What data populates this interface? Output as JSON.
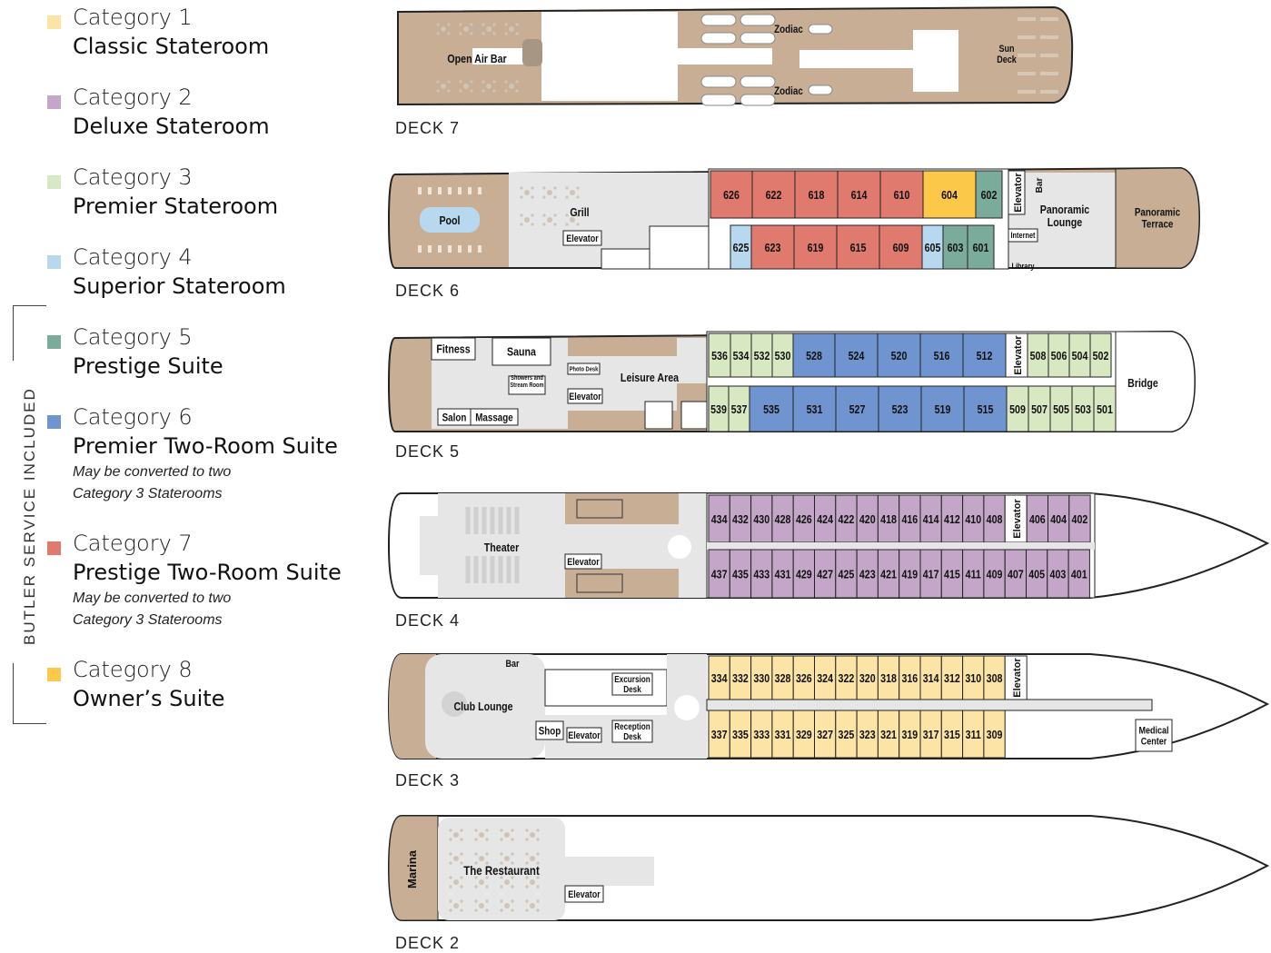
{
  "legend": {
    "items": [
      {
        "category": "Category 1",
        "name": "Classic Stateroom",
        "color": "#fce3a6"
      },
      {
        "category": "Category 2",
        "name": "Deluxe Stateroom",
        "color": "#c4a6c8"
      },
      {
        "category": "Category 3",
        "name": "Premier Stateroom",
        "color": "#d8e8c2"
      },
      {
        "category": "Category 4",
        "name": "Superior Stateroom",
        "color": "#b8d8ef"
      },
      {
        "category": "Category 5",
        "name": "Prestige Suite",
        "color": "#7aab9b"
      },
      {
        "category": "Category 6",
        "name": "Premier Two-Room Suite",
        "note": "May be converted to two\nCategory 3 Staterooms",
        "color": "#6f94d0"
      },
      {
        "category": "Category 7",
        "name": "Prestige Two-Room Suite",
        "note": "May be converted to two\nCategory 3 Staterooms",
        "color": "#e07a6e"
      },
      {
        "category": "Category 8",
        "name": "Owner’s Suite",
        "color": "#fbc84a"
      }
    ],
    "butler_label": "BUTLER SERVICE INCLUDED"
  },
  "decks": {
    "deck7": {
      "label": "DECK 7",
      "venues": [
        "Open Air Bar",
        "Zodiac",
        "Zodiac",
        "Sun\nDeck"
      ]
    },
    "deck6": {
      "label": "DECK 6",
      "venues": [
        "Pool",
        "Grill",
        "Elevator",
        "Elevator",
        "Bar",
        "Panoramic\nLounge",
        "Internet",
        "Library",
        "Panoramic\nTerrace"
      ],
      "top_rooms": [
        {
          "n": "626",
          "c": 7
        },
        {
          "n": "622",
          "c": 7
        },
        {
          "n": "618",
          "c": 7
        },
        {
          "n": "614",
          "c": 7
        },
        {
          "n": "610",
          "c": 7
        },
        {
          "n": "604",
          "c": 8
        },
        {
          "n": "602",
          "c": 5
        }
      ],
      "bottom_rooms": [
        {
          "n": "625",
          "c": 4
        },
        {
          "n": "623",
          "c": 7
        },
        {
          "n": "619",
          "c": 7
        },
        {
          "n": "615",
          "c": 7
        },
        {
          "n": "609",
          "c": 7
        },
        {
          "n": "605",
          "c": 4
        },
        {
          "n": "603",
          "c": 5
        },
        {
          "n": "601",
          "c": 5
        }
      ]
    },
    "deck5": {
      "label": "DECK 5",
      "venues": [
        "Fitness",
        "Sauna",
        "Showers and\nStream Room",
        "Salon",
        "Massage",
        "Photo Desk",
        "Leisure Area",
        "Elevator",
        "Elevator",
        "Bridge"
      ],
      "top_rooms": [
        {
          "n": "536",
          "c": 3
        },
        {
          "n": "534",
          "c": 3
        },
        {
          "n": "532",
          "c": 3
        },
        {
          "n": "530",
          "c": 3
        },
        {
          "n": "528",
          "c": 6
        },
        {
          "n": "524",
          "c": 6
        },
        {
          "n": "520",
          "c": 6
        },
        {
          "n": "516",
          "c": 6
        },
        {
          "n": "512",
          "c": 6
        }
      ],
      "top_rooms_fwd": [
        {
          "n": "508",
          "c": 3
        },
        {
          "n": "506",
          "c": 3
        },
        {
          "n": "504",
          "c": 3
        },
        {
          "n": "502",
          "c": 3
        }
      ],
      "bottom_rooms": [
        {
          "n": "539",
          "c": 3
        },
        {
          "n": "537",
          "c": 3
        },
        {
          "n": "535",
          "c": 6
        },
        {
          "n": "531",
          "c": 6
        },
        {
          "n": "527",
          "c": 6
        },
        {
          "n": "523",
          "c": 6
        },
        {
          "n": "519",
          "c": 6
        },
        {
          "n": "515",
          "c": 6
        },
        {
          "n": "509",
          "c": 3
        },
        {
          "n": "507",
          "c": 3
        },
        {
          "n": "505",
          "c": 3
        },
        {
          "n": "503",
          "c": 3
        },
        {
          "n": "501",
          "c": 3
        }
      ]
    },
    "deck4": {
      "label": "DECK 4",
      "venues": [
        "Theater",
        "Elevator",
        "Elevator"
      ],
      "top_rooms": [
        "434",
        "432",
        "430",
        "428",
        "426",
        "424",
        "422",
        "420",
        "418",
        "416",
        "414",
        "412",
        "410",
        "408"
      ],
      "top_rooms_fwd": [
        "406",
        "404",
        "402"
      ],
      "bottom_rooms": [
        "437",
        "435",
        "433",
        "431",
        "429",
        "427",
        "425",
        "423",
        "421",
        "419",
        "417",
        "415",
        "411",
        "409",
        "407",
        "405",
        "403",
        "401"
      ],
      "category": 2
    },
    "deck3": {
      "label": "DECK 3",
      "venues": [
        "Bar",
        "Club Lounge",
        "Shop",
        "Elevator",
        "Excursion\nDesk",
        "Reception\nDesk",
        "Elevator",
        "Medical\nCenter"
      ],
      "top_rooms": [
        "334",
        "332",
        "330",
        "328",
        "326",
        "324",
        "322",
        "320",
        "318",
        "316",
        "314",
        "312",
        "310",
        "308"
      ],
      "bottom_rooms": [
        "337",
        "335",
        "333",
        "331",
        "329",
        "327",
        "325",
        "323",
        "321",
        "319",
        "317",
        "315",
        "311",
        "309"
      ],
      "category": 1
    },
    "deck2": {
      "label": "DECK 2",
      "venues": [
        "Marina",
        "The Restaurant",
        "Elevator"
      ]
    }
  },
  "colors": {
    "hull_tan": "#c7ae95",
    "floor_gray": "#e6e6e6",
    "outline": "#222222"
  }
}
